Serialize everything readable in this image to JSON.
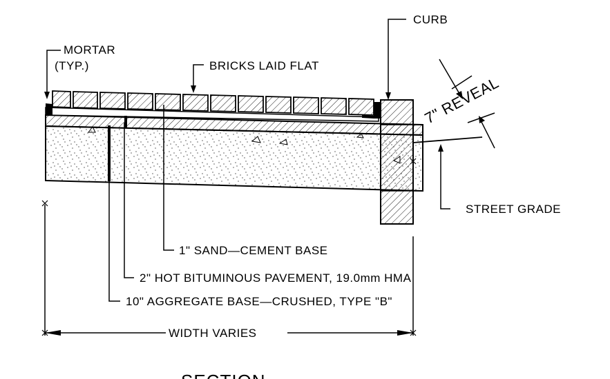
{
  "labels": {
    "curb": "CURB",
    "mortar_line1": "MORTAR",
    "mortar_line2": "(TYP.)",
    "bricks": "BRICKS LAID FLAT",
    "reveal": "7\" REVEAL",
    "street_grade": "STREET GRADE",
    "sand_cement": "1\" SAND—CEMENT BASE",
    "hot_bituminous": "2\" HOT BITUMINOUS PAVEMENT, 19.0mm HMA",
    "aggregate": "10\" AGGREGATE BASE—CRUSHED, TYPE \"B\"",
    "width": "WIDTH VARIES",
    "section_title": "SECTION"
  }
}
